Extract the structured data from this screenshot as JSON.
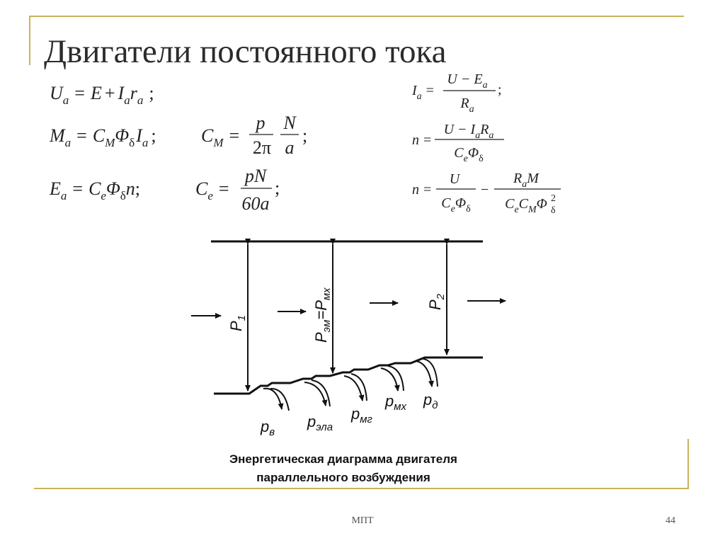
{
  "title": "Двигатели постоянного тока",
  "formulas": {
    "ua": {
      "U": "U",
      "a1": "a",
      "eq": "=",
      "E": "E",
      "plus": "+",
      "I": "I",
      "a2": "a",
      "r": "r",
      "a3": "a",
      "semi": ";"
    },
    "ma": {
      "M": "M",
      "a1": "a",
      "eq": "=",
      "C": "C",
      "M2": "M",
      "Phi": "Φ",
      "delta": "δ",
      "I": "I",
      "a2": "a",
      "semi": ";"
    },
    "cm": {
      "C": "C",
      "M": "M",
      "eq": "=",
      "p": "p",
      "two_pi": "2π",
      "N": "N",
      "a": "a",
      "semi": ";"
    },
    "ea": {
      "E": "E",
      "a": "a",
      "eq": "=",
      "C": "C",
      "e": "e",
      "Phi": "Φ",
      "delta": "δ",
      "n": "n",
      "semi": ";"
    },
    "ce": {
      "C": "C",
      "e": "e",
      "eq": "=",
      "num": "pN",
      "den": "60a",
      "semi": ";"
    },
    "ia": {
      "I": "I",
      "a": "a",
      "eq": "=",
      "num": "U − E",
      "num_sub": "a",
      "den": "R",
      "den_sub": "a",
      "semi": ";"
    },
    "n1": {
      "n": "n",
      "eq": "=",
      "num": "U − I",
      "num_sub1": "a",
      "num_R": "R",
      "num_sub2": "a",
      "den_C": "C",
      "den_e": "e",
      "den_Phi": "Φ",
      "den_delta": "δ"
    },
    "n2": {
      "n": "n",
      "eq": "=",
      "num1": "U",
      "den1_C": "C",
      "den1_e": "e",
      "den1_Phi": "Φ",
      "den1_delta": "δ",
      "minus": "−",
      "num2_R": "R",
      "num2_a": "a",
      "num2_M": "M",
      "den2_C": "C",
      "den2_e": "e",
      "den2_C2": "C",
      "den2_M": "M",
      "den2_Phi": "Φ",
      "den2_exp": "2",
      "den2_delta": "δ"
    }
  },
  "diagram": {
    "labels": {
      "p1": "P",
      "p1_sub": "1",
      "pem": "P",
      "pem_sub1": "эм",
      "pem_eq": "=P",
      "pem_sub2": "мх",
      "p2": "P",
      "p2_sub": "2",
      "pv": "p",
      "pv_sub": "в",
      "pela": "p",
      "pela_sub": "эла",
      "pmg": "p",
      "pmg_sub": "мг",
      "pmh": "p",
      "pmh_sub": "мх",
      "pd": "p",
      "pd_sub": "д"
    }
  },
  "caption": {
    "line1": "Энергетическая диаграмма двигателя",
    "line2": "параллельного возбуждения"
  },
  "footer": {
    "center": "МПТ",
    "page": "44"
  }
}
